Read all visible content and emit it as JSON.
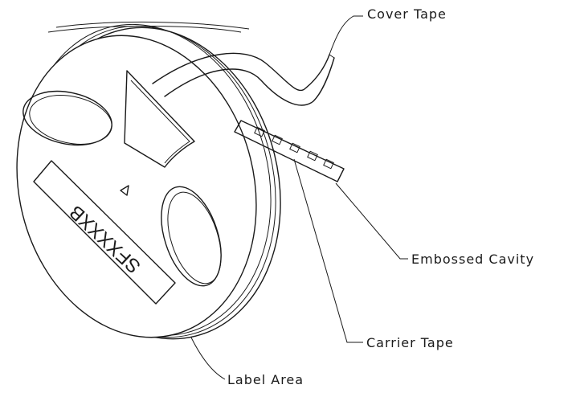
{
  "diagram": {
    "reel_label_text": "SFXXXXB",
    "callouts": {
      "cover_tape": "Cover Tape",
      "embossed_cavity": "Embossed Cavity",
      "carrier_tape": "Carrier Tape",
      "label_area": "Label Area"
    }
  },
  "colors": {
    "line": "#1a1a1a",
    "background": "#ffffff"
  }
}
